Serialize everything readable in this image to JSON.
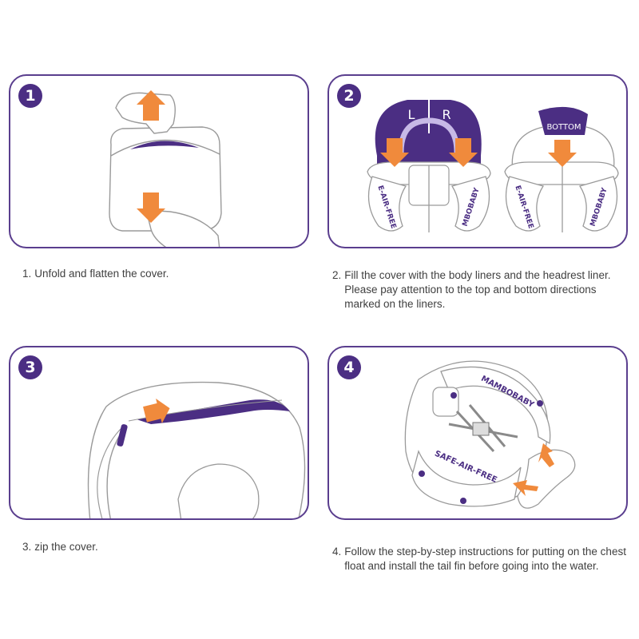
{
  "colors": {
    "accent": "#4b2e83",
    "arrow": "#f08a3c",
    "line": "#9a9a9a"
  },
  "steps": [
    {
      "badge": "1",
      "caption_num": "1.",
      "caption": "Unfold and flatten the cover.",
      "liner_labels": []
    },
    {
      "badge": "2",
      "caption_num": "2.",
      "caption": "Fill the cover with the body liners and the headrest liner. Please pay attention to the top and bottom directions marked on the liners.",
      "liner_labels": [
        "L",
        "R",
        "BOTTOM",
        "E-AIR-FREE",
        "MBOBABY",
        "E-AIR-FREE",
        "MBOBABY"
      ]
    },
    {
      "badge": "3",
      "caption_num": "3.",
      "caption": "zip the cover.",
      "liner_labels": []
    },
    {
      "badge": "4",
      "caption_num": "4.",
      "caption": "Follow the step-by-step instructions for putting on the chest float and install the tail fin before going into the water.",
      "liner_labels": [
        "MAMBOBABY",
        "SAFE-AIR-FREE"
      ]
    }
  ]
}
